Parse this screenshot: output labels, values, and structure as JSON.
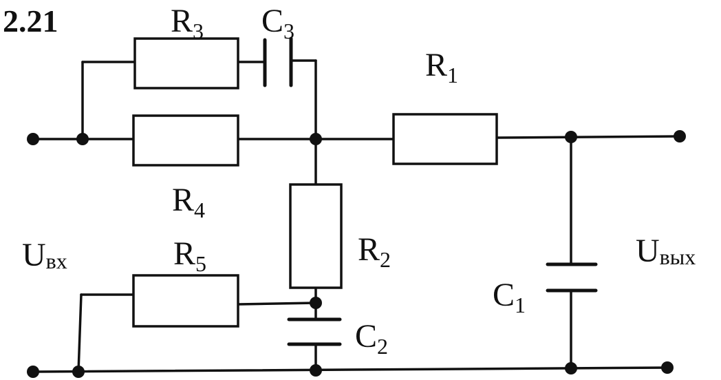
{
  "problem_number": "2.21",
  "components": {
    "R1": {
      "letter": "R",
      "index": "1"
    },
    "R2": {
      "letter": "R",
      "index": "2"
    },
    "R3": {
      "letter": "R",
      "index": "3"
    },
    "R4": {
      "letter": "R",
      "index": "4"
    },
    "R5": {
      "letter": "R",
      "index": "5"
    },
    "C1": {
      "letter": "C",
      "index": "1"
    },
    "C2": {
      "letter": "C",
      "index": "2"
    },
    "C3": {
      "letter": "C",
      "index": "3"
    }
  },
  "terminals": {
    "input": {
      "letter": "U",
      "subscript": "вх"
    },
    "output": {
      "letter": "U",
      "subscript": "вых"
    }
  },
  "colors": {
    "ink": "#111111",
    "paper": "#ffffff"
  }
}
